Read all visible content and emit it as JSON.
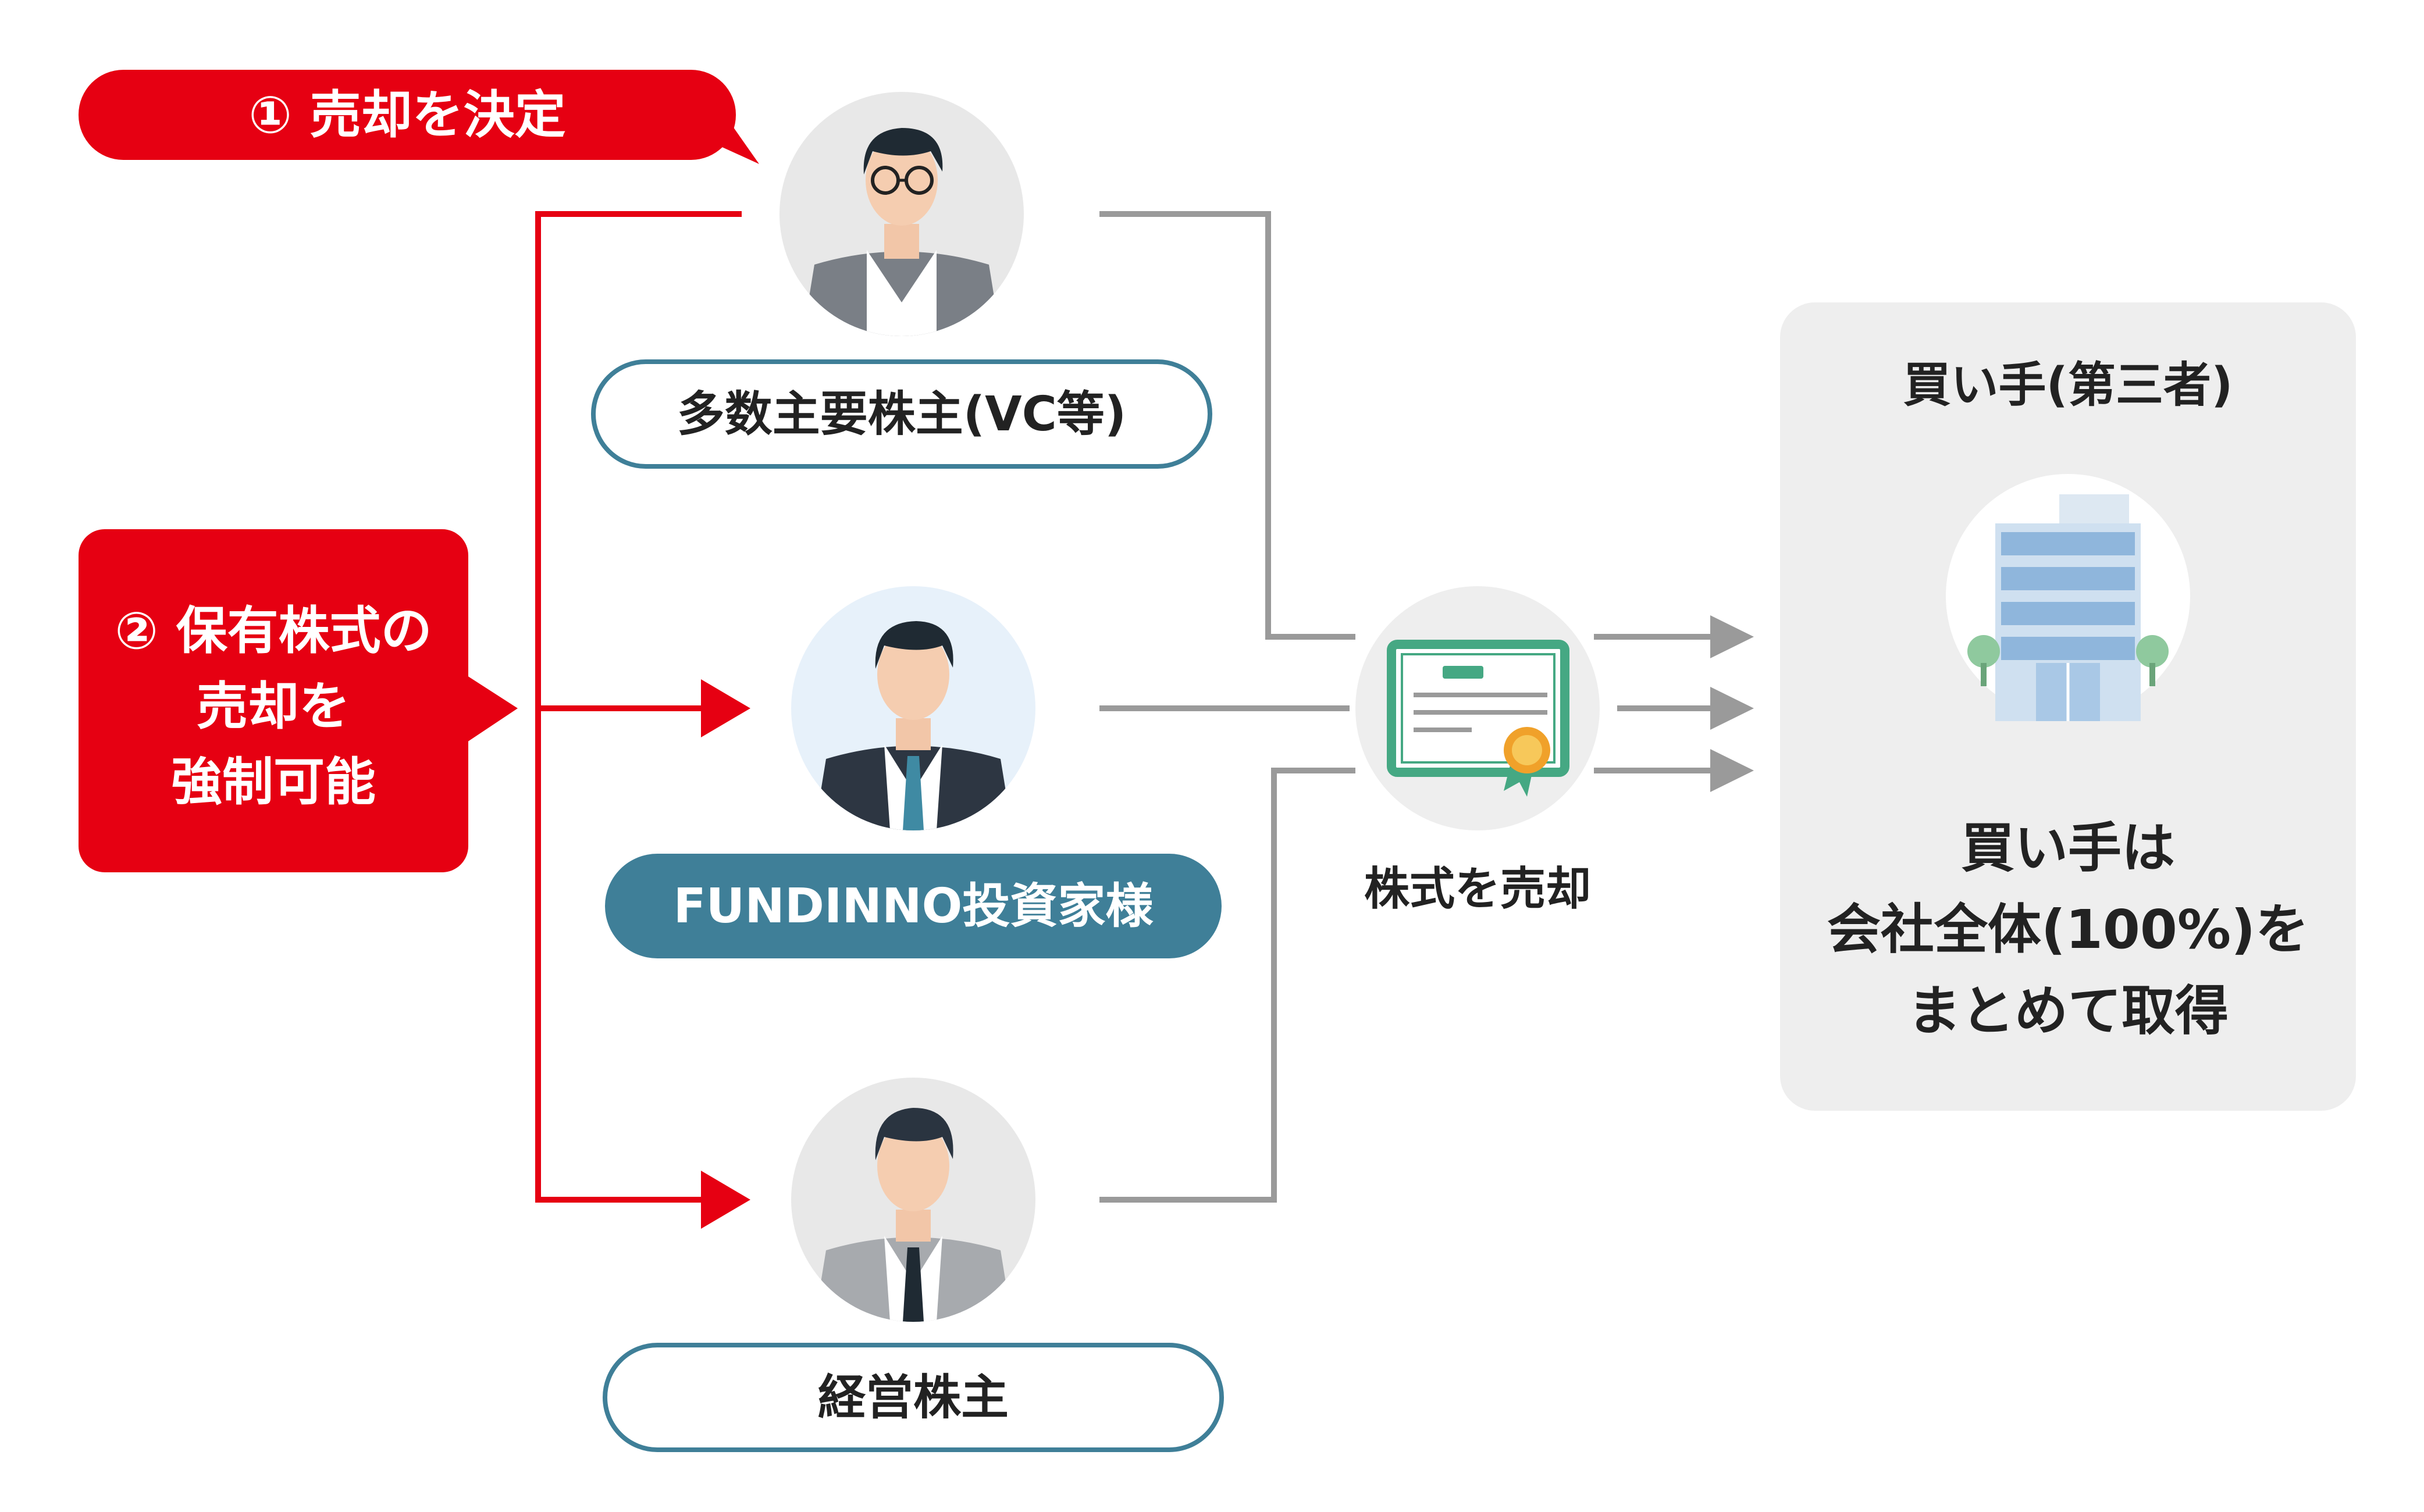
{
  "callouts": {
    "step1": "① 売却を決定",
    "step2_lines": [
      "② 保有株式の",
      "売却を",
      "強制可能"
    ]
  },
  "shareholders": {
    "majority": "多数主要株主(VC等)",
    "fundinno": "FUNDINNO投資家様",
    "management": "経営株主"
  },
  "share_sale_label": "株式を売却",
  "buyer": {
    "title": "買い手(第三者)",
    "description_lines": [
      "買い手は",
      "会社全体(100%)を",
      "まとめて取得"
    ]
  },
  "colors": {
    "red": "#e60012",
    "teal": "#3f7f98",
    "gray_line": "#9a9a9a",
    "panel_bg": "#eeeeee",
    "cert_green": "#45a883",
    "building_blue": "#8fb6dc"
  },
  "icons": [
    "person-glasses-icon",
    "person-suit-icon",
    "person-gray-suit-icon",
    "certificate-icon",
    "building-icon"
  ]
}
